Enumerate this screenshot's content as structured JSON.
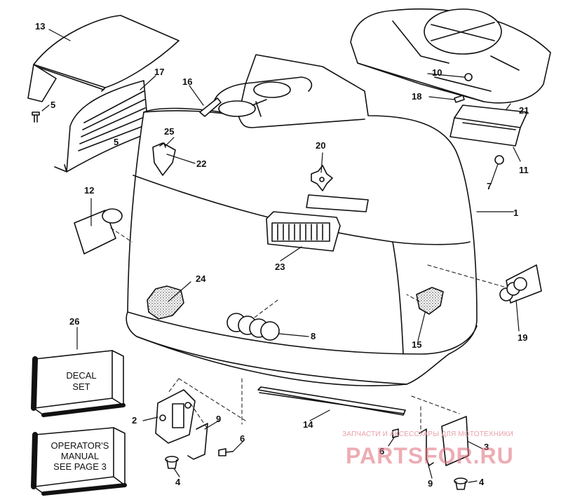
{
  "callouts": [
    "1",
    "2",
    "3",
    "4",
    "4",
    "5",
    "5",
    "6",
    "6",
    "7",
    "8",
    "9",
    "9",
    "10",
    "11",
    "12",
    "13",
    "14",
    "15",
    "16",
    "17",
    "18",
    "19",
    "20",
    "21",
    "22",
    "23",
    "24",
    "25",
    "26"
  ],
  "boxes": {
    "decal": [
      "DECAL",
      "SET"
    ],
    "manual": [
      "OPERATOR'S",
      "MANUAL",
      "SEE PAGE 3"
    ]
  },
  "watermark": {
    "tagline": "ЗАПЧАСТИ И АКСЕССУАРЫ ДЛЯ МОТОТЕХНИКИ",
    "logo": "PARTSFOR.RU"
  },
  "colors": {
    "ink": "#111111",
    "watermark": "#e06a78"
  }
}
